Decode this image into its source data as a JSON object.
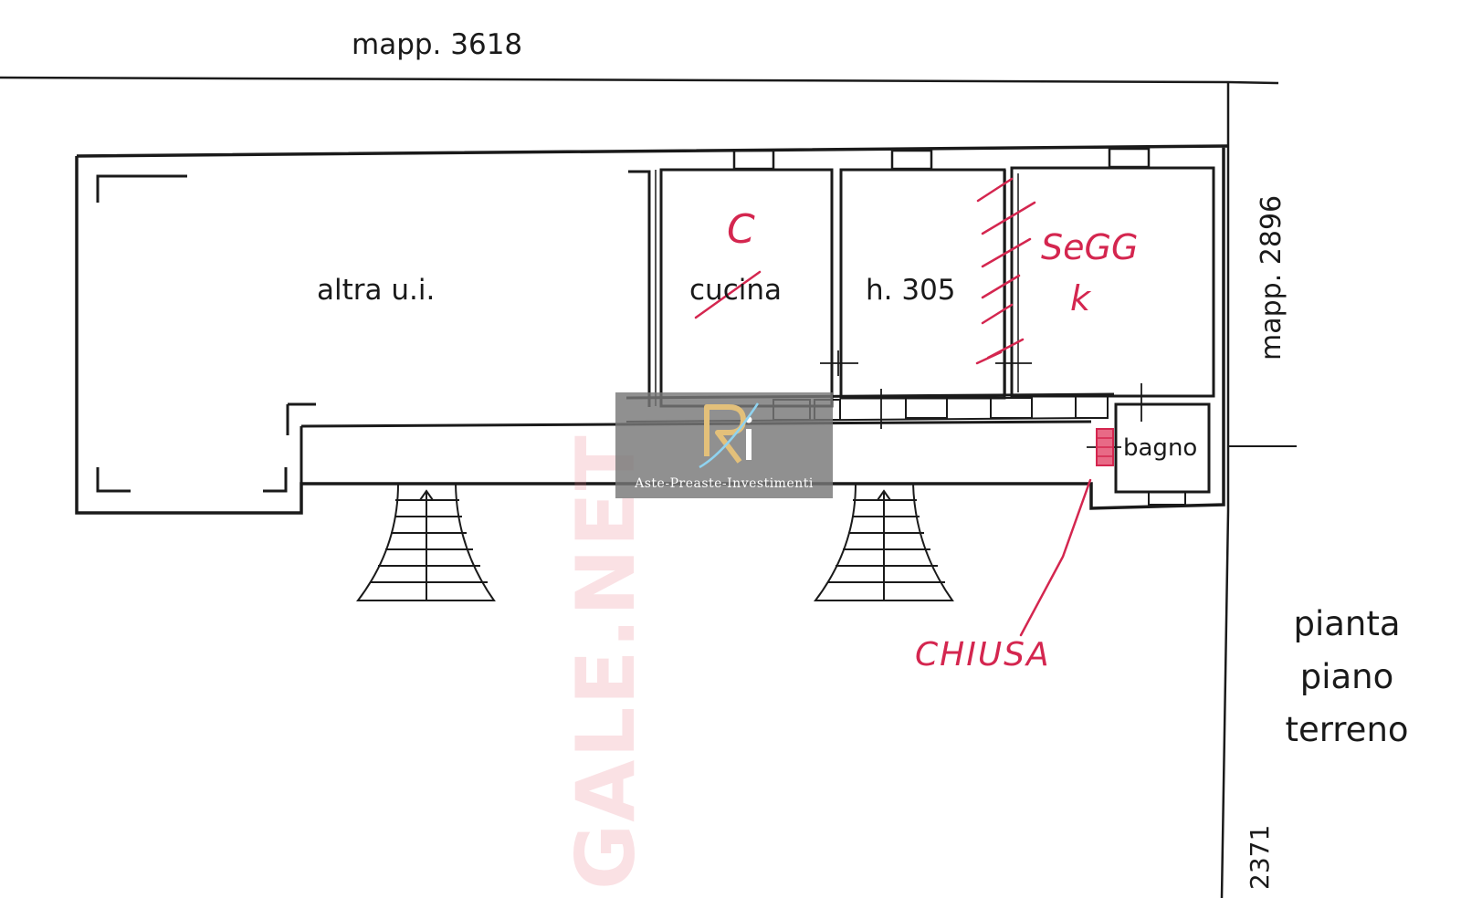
{
  "labels": {
    "north": "mapp. 3618",
    "east": "mapp. 2896",
    "south_east": "2371"
  },
  "rooms": {
    "other_unit": "altra u.i.",
    "kitchen": "cucina",
    "height": "h. 305",
    "bathroom": "bagno"
  },
  "title": {
    "line1": "pianta",
    "line2": "piano",
    "line3": "terreno"
  },
  "handwritten": {
    "c": "C",
    "segg": "SeGG",
    "k": "k",
    "chiusa": "CHIUSA"
  },
  "watermark": "GALE.NET",
  "logo": {
    "text": "Aste-Preaste-Investimenti"
  },
  "colors": {
    "ink": "#1a1a1a",
    "annotation": "#d4264f",
    "logo_bg": "#787878"
  }
}
